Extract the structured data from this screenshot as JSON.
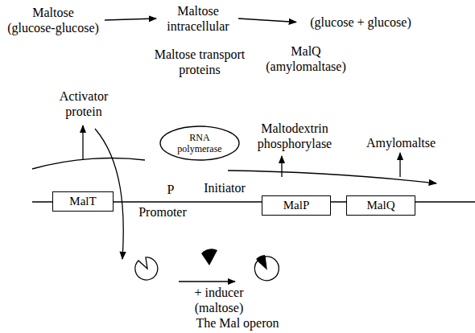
{
  "diagram": {
    "caption": "The Mal operon",
    "nodes": [
      {
        "text": [
          "Maltose (glucose-glucose)"
        ]
      },
      {
        "text": [
          "Maltose intracellular"
        ]
      },
      {
        "text": [
          "(glucose + glucose)"
        ]
      },
      {
        "text": [
          "RNA polymerase"
        ]
      },
      {
        "text": [
          "MalT"
        ]
      },
      {
        "text": [
          "MalP"
        ]
      },
      {
        "text": [
          "MalQ"
        ]
      }
    ],
    "edges": [
      {
        "from": 0,
        "to": 1,
        "label": "Maltose transport proteins",
        "arrow": "to"
      },
      {
        "from": 1,
        "to": 2,
        "label": "MalQ (amylomaltase)",
        "arrow": "to"
      }
    ],
    "labels": [
      "Activator protein",
      "Maltodextrin phosphorylase",
      "Amylomaltse",
      "P",
      "Promoter",
      "Initiator",
      "+ inducer (maltose)"
    ]
  }
}
